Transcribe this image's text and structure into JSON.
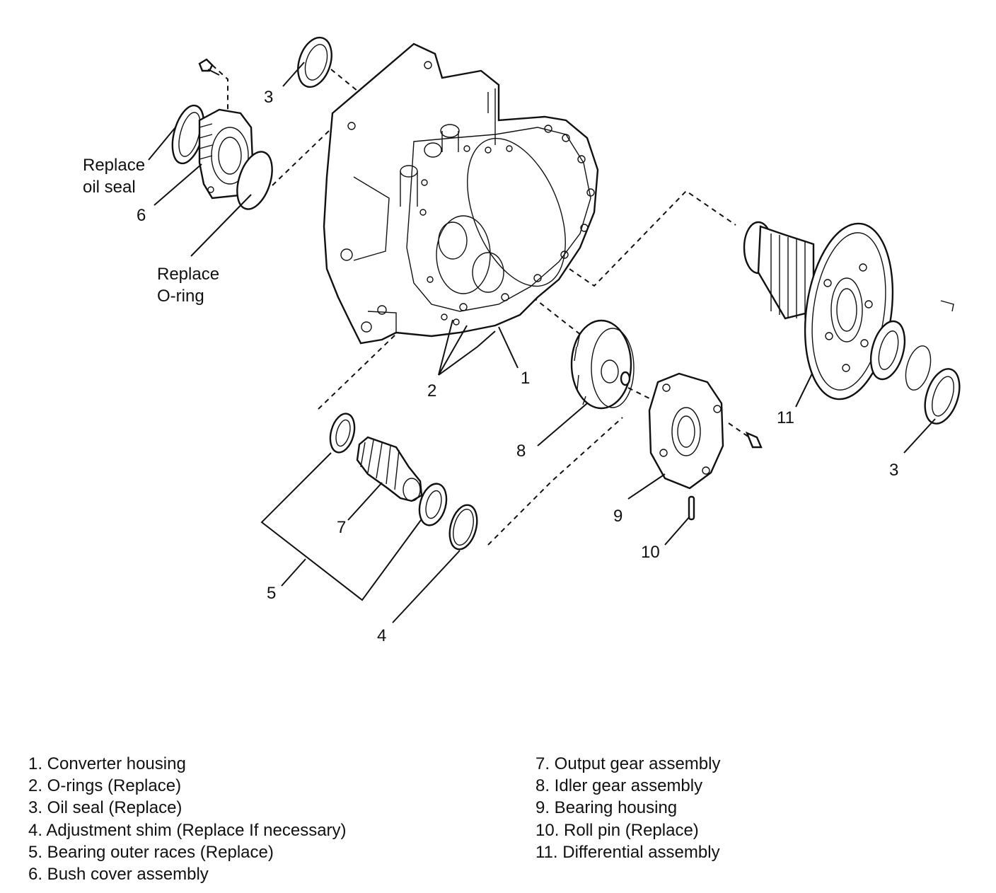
{
  "callouts": {
    "c1": "1",
    "c2": "2",
    "c3a": "3",
    "c3b": "3",
    "c4": "4",
    "c5": "5",
    "c6": "6",
    "c7": "7",
    "c8": "8",
    "c9": "9",
    "c10": "10",
    "c11": "11"
  },
  "notes": {
    "oil_seal_line1": "Replace",
    "oil_seal_line2": "oil seal",
    "oring_line1": "Replace",
    "oring_line2": "O-ring"
  },
  "legend": {
    "left": [
      "1. Converter housing",
      "2. O-rings (Replace)",
      "3. Oil seal (Replace)",
      "4. Adjustment shim (Replace If necessary)",
      "5. Bearing outer races (Replace)",
      "6. Bush cover assembly"
    ],
    "right": [
      "7. Output gear assembly",
      "8. Idler gear assembly",
      "9. Bearing housing",
      "10. Roll pin (Replace)",
      "11. Differential assembly"
    ]
  }
}
